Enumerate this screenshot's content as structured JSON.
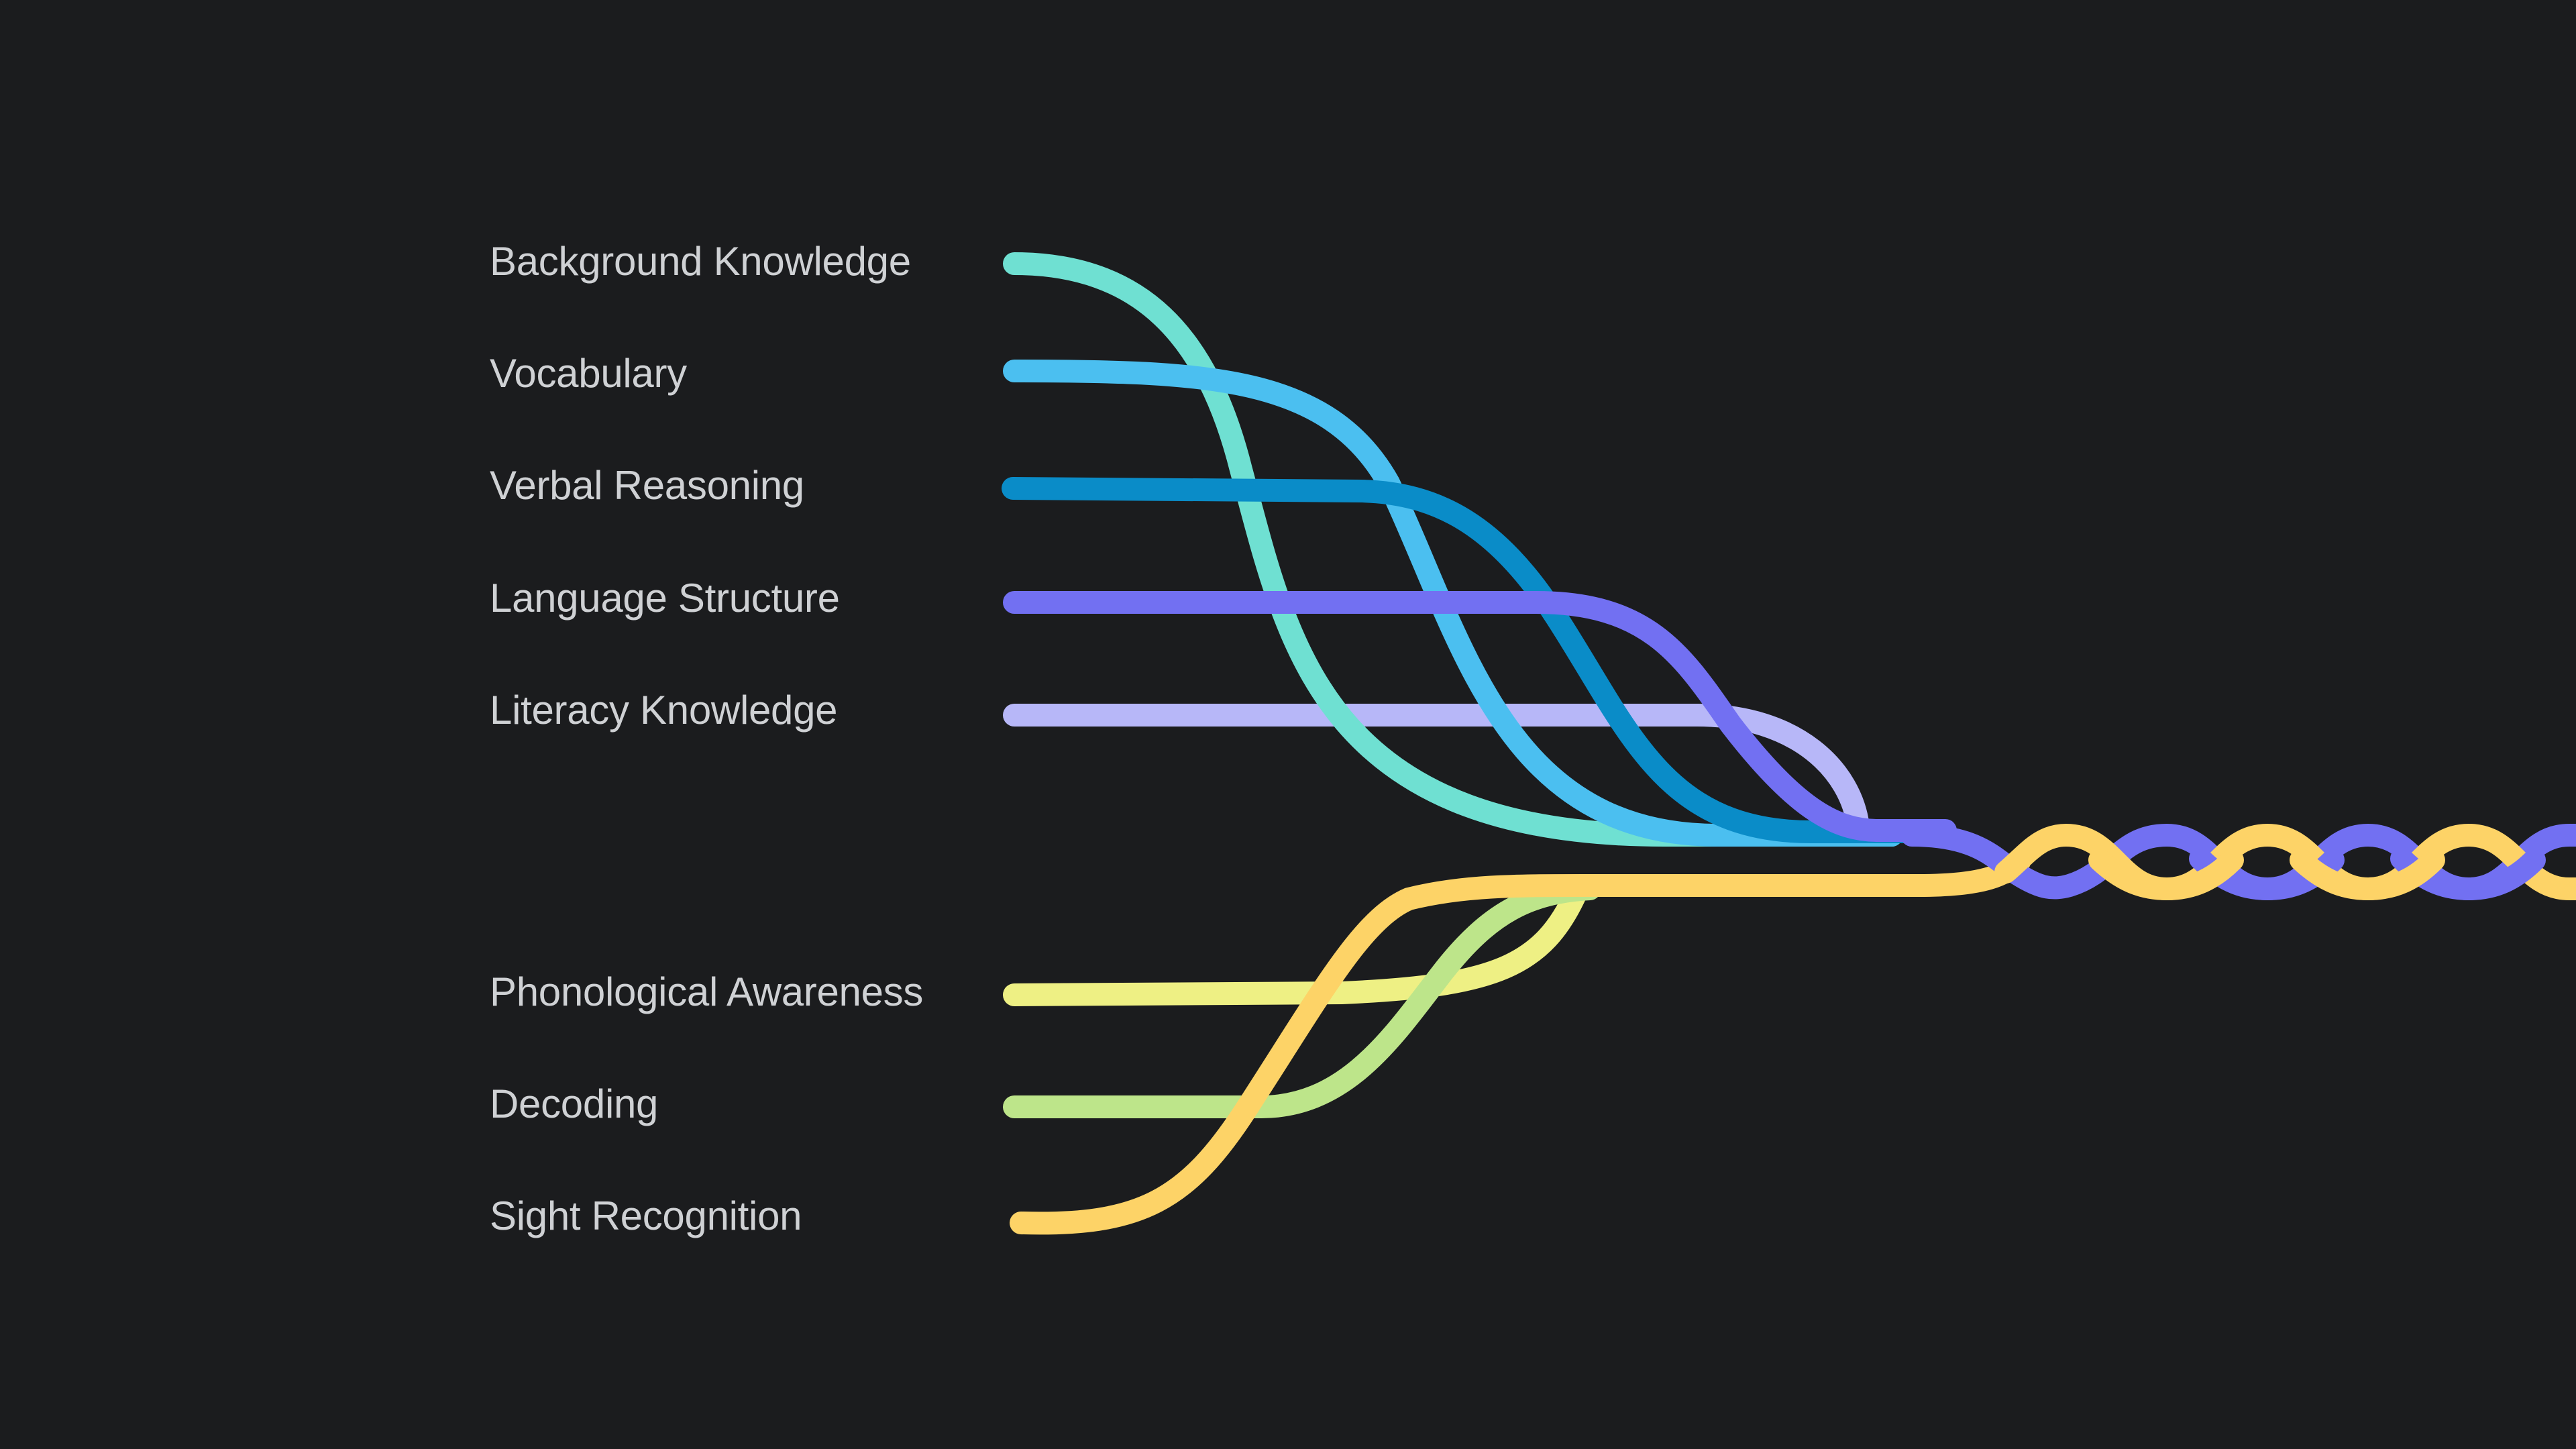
{
  "upper_strands": {
    "background_knowledge": {
      "label": "Background Knowledge",
      "color": "#6fe0d2"
    },
    "vocabulary": {
      "label": "Vocabulary",
      "color": "#4bbff0"
    },
    "verbal_reasoning": {
      "label": "Verbal Reasoning",
      "color": "#0a8cc8"
    },
    "language_structure": {
      "label": "Language Structure",
      "color": "#7270f2"
    },
    "literacy_knowledge": {
      "label": "Literacy Knowledge",
      "color": "#b7b7f8"
    }
  },
  "lower_strands": {
    "phonological_awareness": {
      "label": "Phonological Awareness",
      "color": "#eef084"
    },
    "decoding": {
      "label": "Decoding",
      "color": "#bde58a"
    },
    "sight_recognition": {
      "label": "Sight Recognition",
      "color": "#fdd367"
    }
  },
  "braid_colors": {
    "upper": "#7270f2",
    "lower": "#fdd367"
  }
}
